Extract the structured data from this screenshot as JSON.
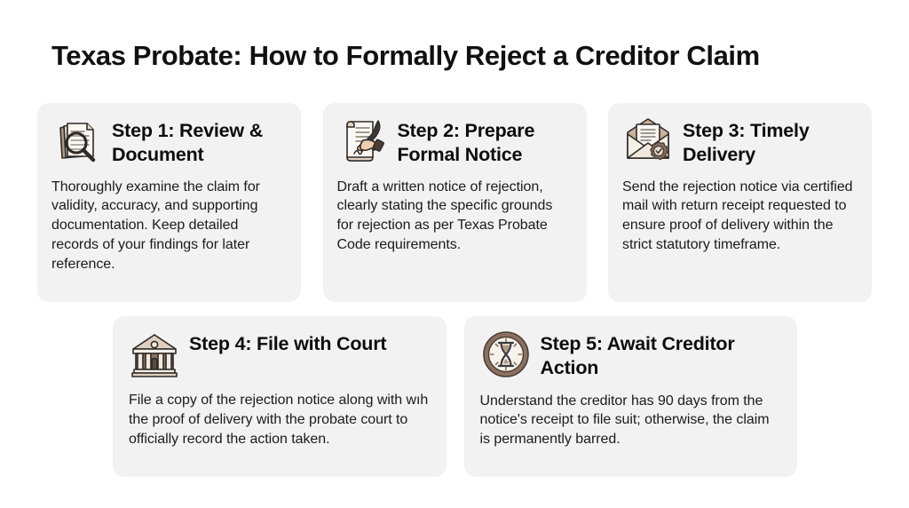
{
  "title": "Texas Probate: How to Formally Reject a Creditor Claim",
  "colors": {
    "page_background": "#ffffff",
    "card_background": "#f2f2f2",
    "title_text": "#111111",
    "heading_text": "#0d0d0d",
    "body_text": "#1b1b1b",
    "icon_brown": "#8b7160",
    "icon_tan": "#c9b39c",
    "icon_dark": "#3a3a3a",
    "icon_paper": "#f7f4ef"
  },
  "steps": [
    {
      "icon": "documents-magnifier-icon",
      "heading": "Step 1: Review & Document",
      "body": "Thoroughly examine the claim for validity, accuracy, and supporting documentation. Keep detailed records of your findings for later reference."
    },
    {
      "icon": "scroll-quill-hand-icon",
      "heading": "Step 2: Prepare Formal Notice",
      "body": "Draft a written notice of rejection, clearly stating the specific grounds for rejection as per Texas Probate Code requirements."
    },
    {
      "icon": "envelope-seal-icon",
      "heading": "Step 3: Timely Delivery",
      "body": "Send the rejection notice via certified mail with return receipt requested to ensure proof of delivery within the strict statutory timeframe."
    },
    {
      "icon": "courthouse-icon",
      "heading": "Step 4: File with Court",
      "body": "File a copy of the rejection notice along with wıh the proof of delivery with the probate court to officially record the action taken."
    },
    {
      "icon": "hourglass-clock-icon",
      "heading": "Step 5: Await Creditor Action",
      "body": "Understand the creditor has 90 days from the notice's receipt to file suit; otherwise, the claim is permanently barred."
    }
  ]
}
